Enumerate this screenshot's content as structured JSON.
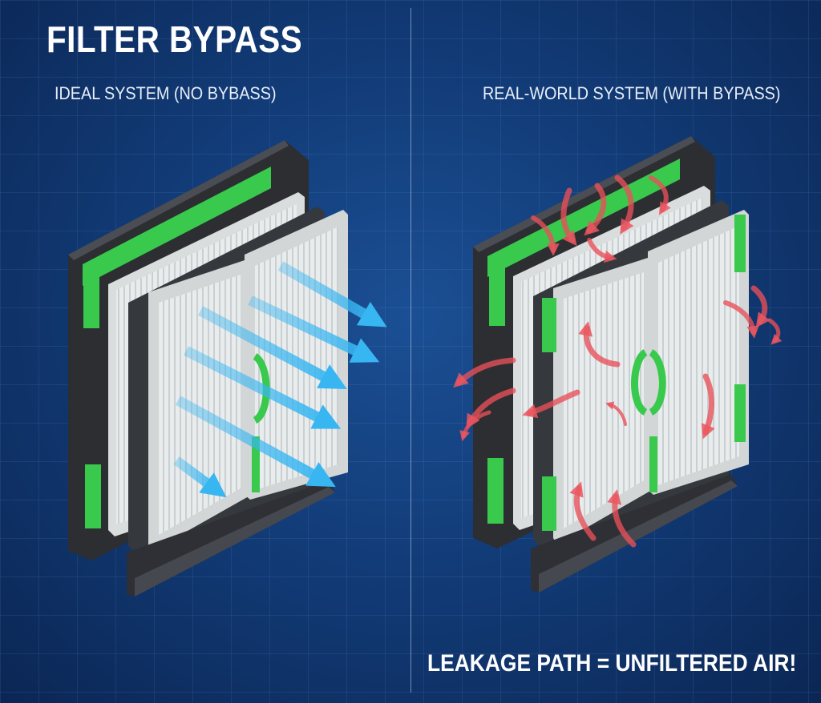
{
  "diagram": {
    "title": "FILTER BYPASS",
    "panels": [
      {
        "id": "ideal",
        "title": "IDEAL SYSTEM (NO BYBASS)",
        "airflow": "straight-through",
        "arrow_color": "#38b6f2"
      },
      {
        "id": "real",
        "title": "REAL-WORLD SYSTEM (WITH BYPASS)",
        "airflow": "leakage",
        "arrow_color": "#e9505a"
      }
    ],
    "caption": "LEAKAGE PATH = UNFILTERED AIR!"
  },
  "colors": {
    "background": "#123c78",
    "frame": "#3a3d42",
    "gasket": "#3ad24f",
    "filter_media": "#eef0f0",
    "clean_air": "#38b6f2",
    "bypass_air": "#e9505a"
  }
}
